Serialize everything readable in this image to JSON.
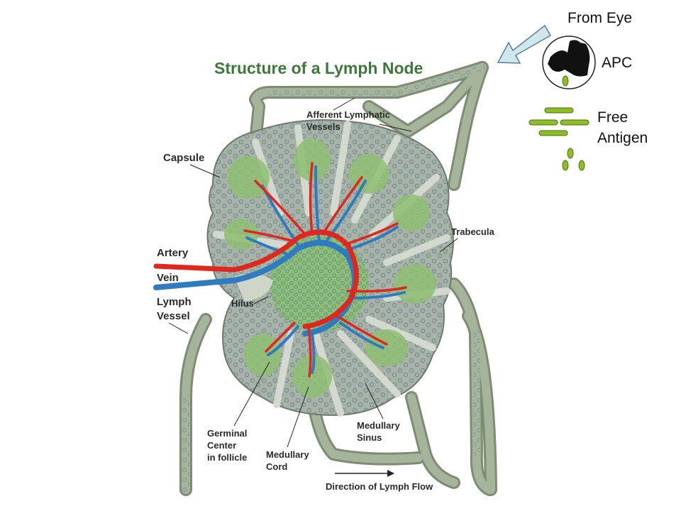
{
  "title": "Structure of a Lymph Node",
  "annotations": {
    "from_eye": "From Eye",
    "apc": "APC",
    "free_antigen_line1": "Free",
    "free_antigen_line2": "Antigen"
  },
  "labels": {
    "afferent_line1": "Afferent Lymphatic",
    "afferent_line2": "Vessels",
    "capsule": "Capsule",
    "trabecula": "Trabecula",
    "artery": "Artery",
    "vein": "Vein",
    "lymph_vessel_line1": "Lymph",
    "lymph_vessel_line2": "Vessel",
    "hilus": "Hilus",
    "germinal_line1": "Germinal",
    "germinal_line2": "Center",
    "germinal_line3": "in follicle",
    "medullary_cord_line1": "Medullary",
    "medullary_cord_line2": "Cord",
    "medullary_sinus_line1": "Medullary",
    "medullary_sinus_line2": "Sinus",
    "direction": "Direction of Lymph Flow"
  },
  "colors": {
    "vessel": "#9fae93",
    "vessel_edge": "#7d8c72",
    "node_outer": "#a9b3a4",
    "node_inner": "#8fbf73",
    "artery": "#e0271d",
    "vein": "#2f7bbf",
    "arrow_fill": "#cfe7ee",
    "arrow_edge": "#5a7f8a",
    "antigen": "#8cbf26",
    "antigen_edge": "#4d6e10",
    "title": "#3d7a3a"
  }
}
